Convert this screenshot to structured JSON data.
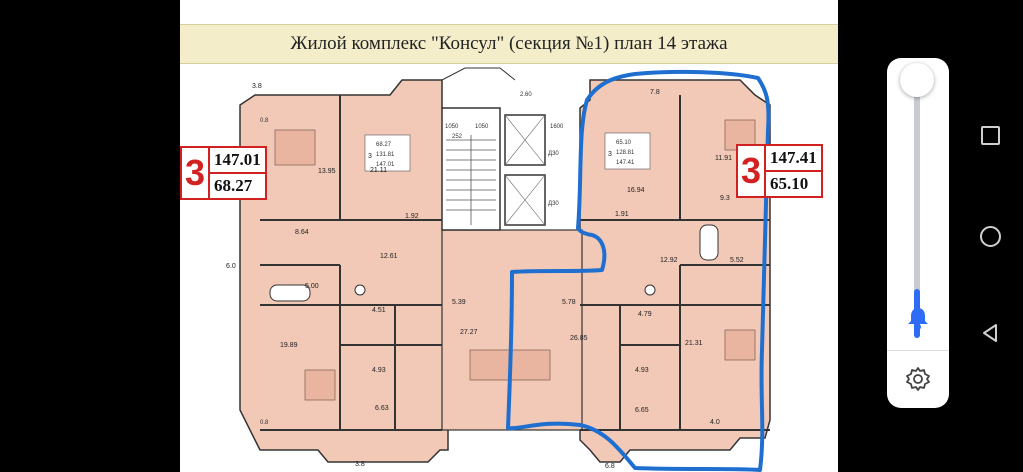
{
  "plan": {
    "title": "Жилой комплекс \"Консул\" (секция №1) план 14 этажа",
    "left_apartment": {
      "rooms_count": "3",
      "total_area": "147.01",
      "living_area": "68.27",
      "tag": {
        "rooms": "3",
        "a": "68.27",
        "b": "131.81",
        "c": "147.01"
      }
    },
    "right_apartment": {
      "rooms_count": "3",
      "total_area": "147.41",
      "living_area": "65.10",
      "tag": {
        "rooms": "3",
        "a": "65.10",
        "b": "128.81",
        "c": "147.41"
      }
    },
    "room_areas": [
      "13.95",
      "21.11",
      "8.64",
      "12.61",
      "5.00",
      "4.51",
      "1.92",
      "5.39",
      "27.27",
      "19.89",
      "4.93",
      "6.63",
      "16.94",
      "1.91",
      "11.91",
      "9.3",
      "12.92",
      "5.52",
      "5.78",
      "26.85",
      "4.79",
      "21.31",
      "4.93",
      "6.65"
    ],
    "dimensions": [
      "3.8",
      "0.8",
      "6.0",
      "3.8",
      "0.8",
      "7.8",
      "2.60",
      "1600",
      "1050",
      "1050",
      "252",
      "Д30",
      "Д30",
      "6.8",
      "4.0"
    ],
    "accent_color": "#d32020",
    "outline_color": "#1f6fd0",
    "wall_fill": "#f2c8b6"
  },
  "system": {
    "volume_level": 0.19,
    "icons": [
      "square-recent-icon",
      "circle-home-icon",
      "triangle-back-icon",
      "bell-icon",
      "gear-icon"
    ]
  }
}
